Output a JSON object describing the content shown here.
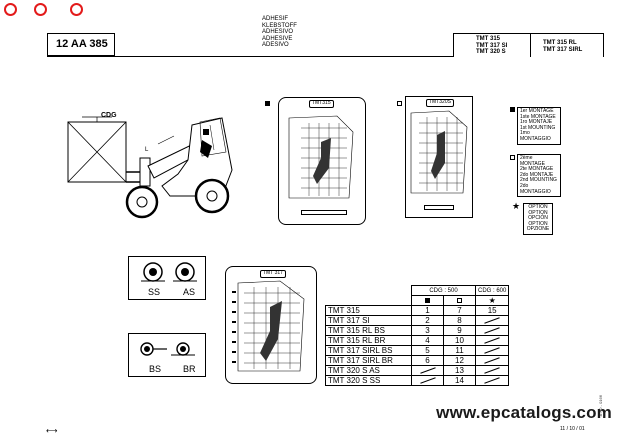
{
  "window": {
    "dot_color": "#e31b1b"
  },
  "header": {
    "code": "12 AA 385",
    "languages": [
      "ADHESIF",
      "KLEBSTOFF",
      "ADHESIVO",
      "ADHESIVE",
      "ADESIVO"
    ],
    "models_left": [
      "TMT 315",
      "TMT 317 SI",
      "TMT 320 S"
    ],
    "models_right": [
      "TMT 315 RL",
      "TMT 317 SIRL"
    ]
  },
  "machine": {
    "cdg_label": "CDG",
    "l_label": "L"
  },
  "charts": {
    "label_a": "TMT315",
    "label_b": "TMT320S",
    "label_c": "TMT 317"
  },
  "legend": {
    "first": [
      "1er MONTAGE",
      "1ste MONTAGE",
      "1ro MONTAJE",
      "1st MOUNTING",
      "1mo MONTAGGIO"
    ],
    "second": [
      "2ème MONTAGE",
      "2te MONTAGE",
      "2do MONTAJE",
      "2nd MOUNTING",
      "2do MONTAGGIO"
    ],
    "option": [
      "OPTION",
      "OPTION",
      "OPCIÓN",
      "OPTION",
      "OPZIONE"
    ]
  },
  "tires": {
    "ss": "SS",
    "as": "AS",
    "bs": "BS",
    "br": "BR"
  },
  "table": {
    "col_a": "CDG : 500",
    "col_b": "CDG : 600",
    "rows": [
      {
        "label": "TMT 315",
        "a1": "1",
        "a2": "7",
        "b": "15"
      },
      {
        "label": "TMT 317 SI",
        "a1": "2",
        "a2": "8",
        "b": ""
      },
      {
        "label": "TMT 315 RL   BS",
        "a1": "3",
        "a2": "9",
        "b": ""
      },
      {
        "label": "TMT 315 RL   BR",
        "a1": "4",
        "a2": "10",
        "b": ""
      },
      {
        "label": "TMT 317 SIRL   BS",
        "a1": "5",
        "a2": "11",
        "b": ""
      },
      {
        "label": "TMT 317 SIRL   BR",
        "a1": "6",
        "a2": "12",
        "b": ""
      },
      {
        "label": "TMT 320 S   AS",
        "a1": "",
        "a2": "13",
        "b": ""
      },
      {
        "label": "TMT 320 S   SS",
        "a1": "",
        "a2": "14",
        "b": ""
      }
    ]
  },
  "footer": {
    "watermark": "www.epcatalogs.com",
    "page_ref": "11 / 10 / 01",
    "side_ref": "A - D - 0166"
  }
}
